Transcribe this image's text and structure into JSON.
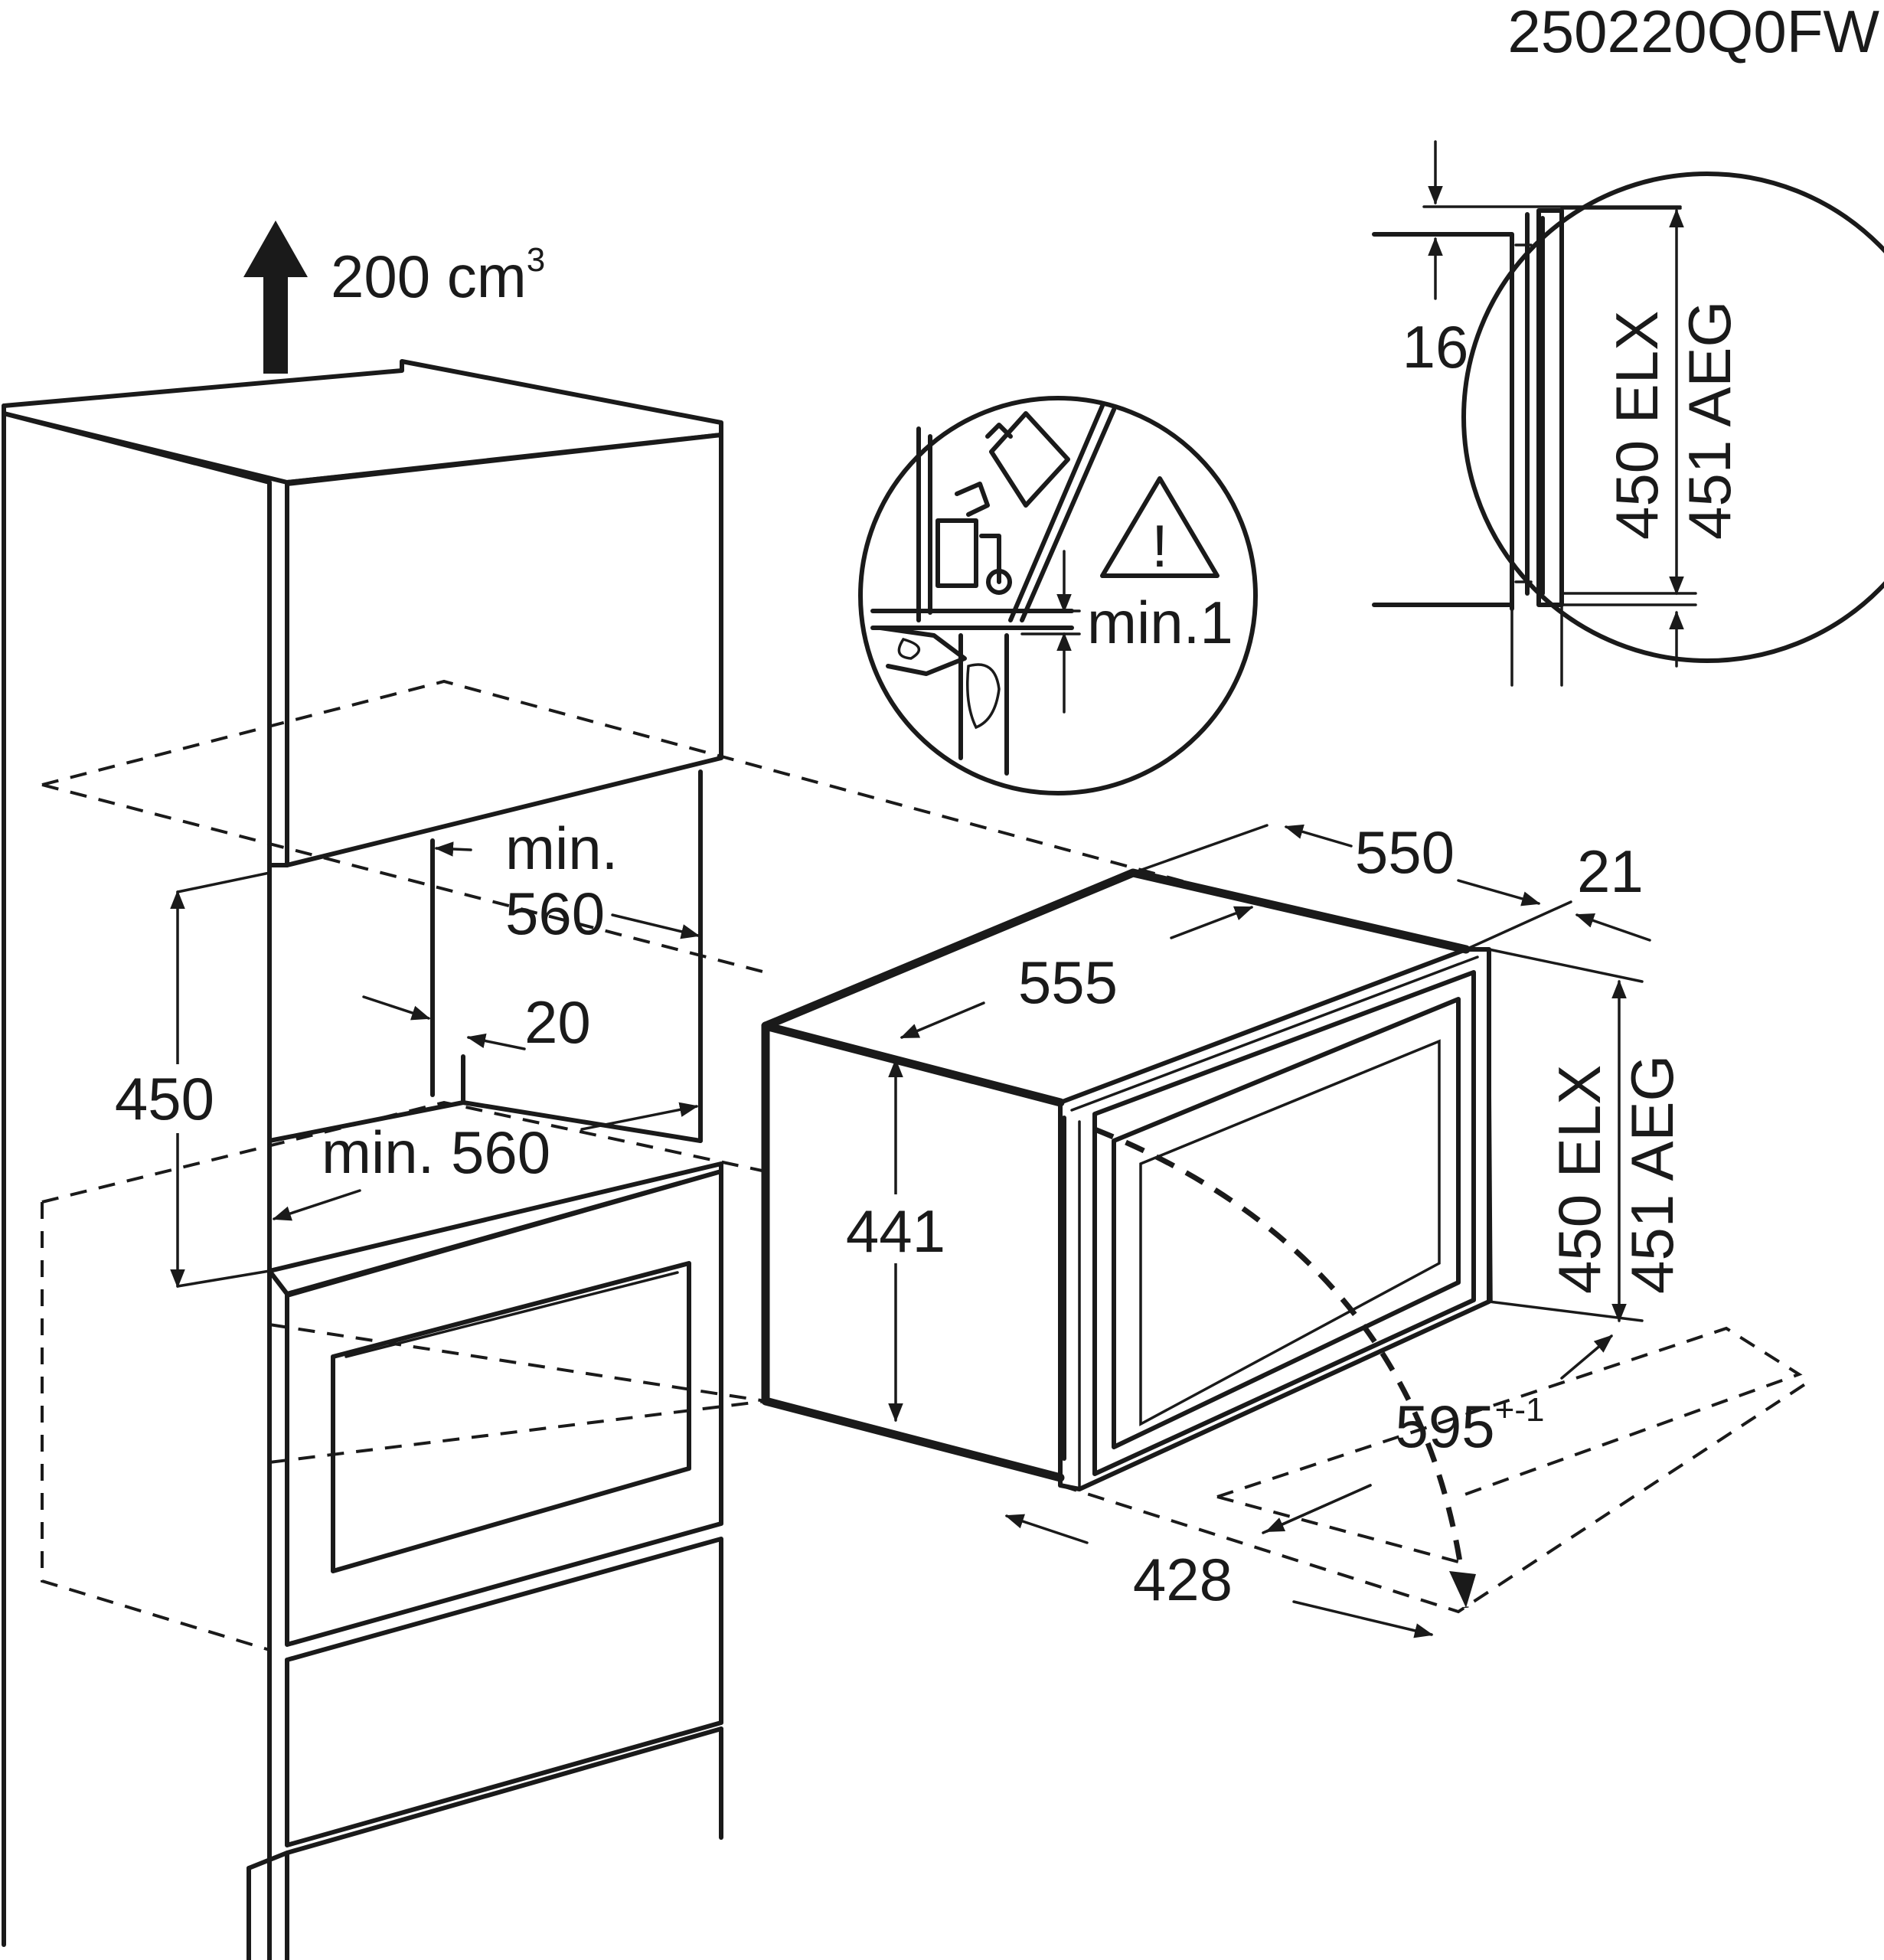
{
  "code": "250220Q0FW",
  "airflow": {
    "label": "200 cm",
    "superscript": "3"
  },
  "cabinet": {
    "niche_width_top": {
      "line1": "min.",
      "line2": "560"
    },
    "side_gap": "20",
    "niche_width_bottom": "min. 560",
    "niche_height": "450"
  },
  "appliance": {
    "depth_body": "550",
    "front_thickness": "21",
    "top_depth": "555",
    "body_height": "441",
    "front_height": {
      "line1": "450 ELX",
      "line2": "451 AEG"
    },
    "front_width": {
      "value": "595",
      "tolerance": "+-1"
    },
    "door_swing": "428"
  },
  "detail_left": {
    "clearance": "min.1",
    "warning_symbol": "!"
  },
  "detail_right": {
    "gap": "16",
    "height": {
      "line1": "450 ELX",
      "line2": "451 AEG"
    }
  }
}
